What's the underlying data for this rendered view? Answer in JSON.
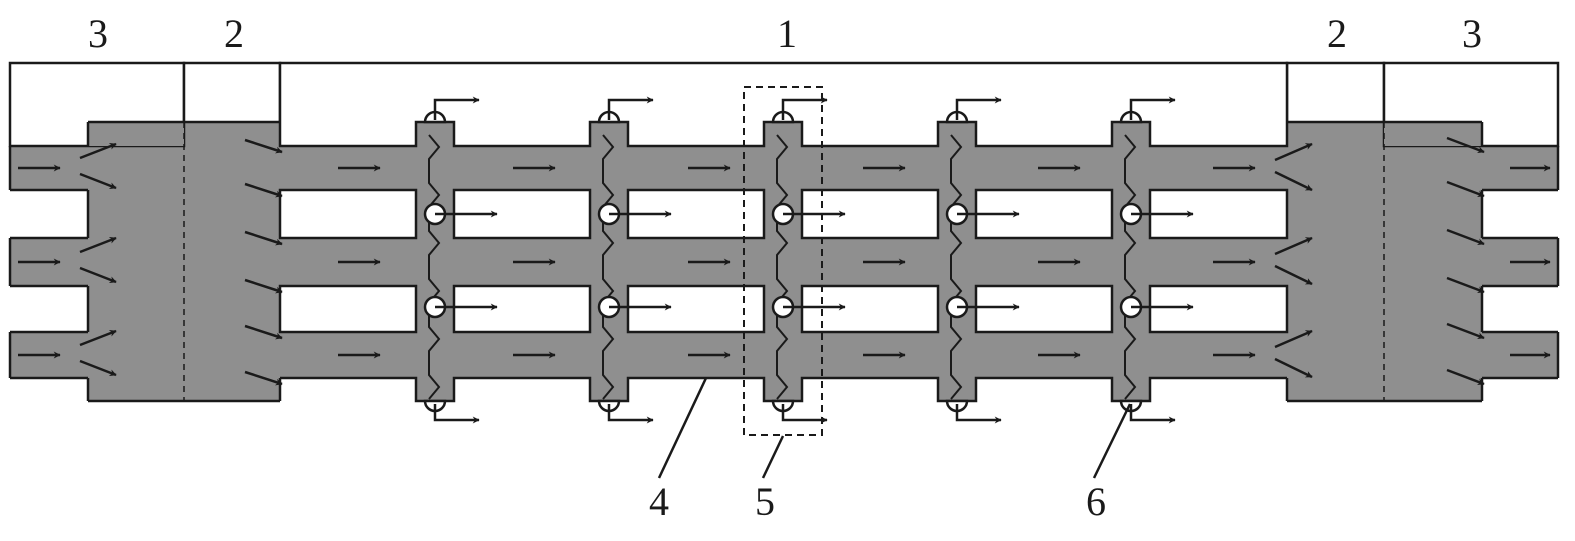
{
  "diagram": {
    "colors": {
      "channel": "#8f8f8f",
      "outline": "#1a1a1a",
      "background": "#ffffff",
      "arrow": "#1a1a1a"
    },
    "top_labels": {
      "left_outer": "3",
      "left_inner": "2",
      "center": "1",
      "right_inner": "2",
      "right_outer": "3"
    },
    "callouts": {
      "channel": "4",
      "unit_cell": "5",
      "outlet": "6"
    },
    "icons": {
      "flow": "arrow-icon",
      "outlet": "circle-outlet-icon"
    }
  }
}
